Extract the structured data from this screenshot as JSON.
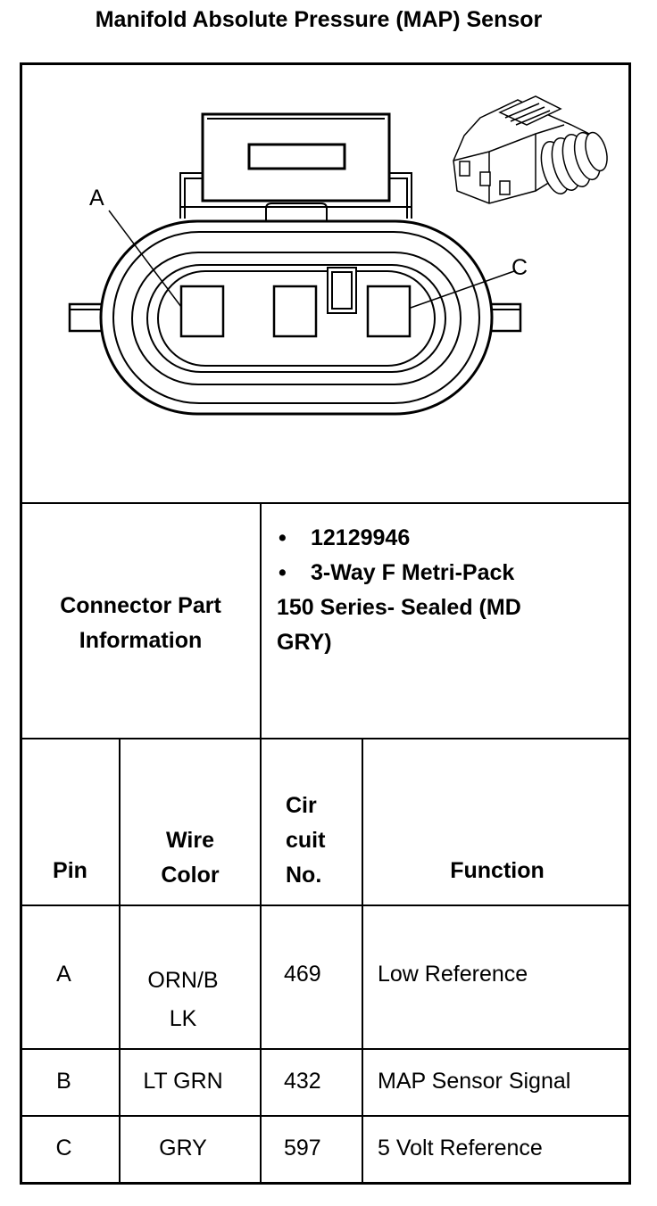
{
  "title": "Manifold Absolute Pressure (MAP) Sensor",
  "diagram": {
    "callout_a": "A",
    "callout_c": "C"
  },
  "connector_info": {
    "label_line1": "Connector Part",
    "label_line2": "Information",
    "bullets": [
      "12129946",
      "3-Way F Metri-Pack"
    ],
    "continuation_line1": "150 Series- Sealed (MD",
    "continuation_line2": "GRY)"
  },
  "pin_table": {
    "headers": {
      "pin": "Pin",
      "wire_color_line1": "Wire",
      "wire_color_line2": "Color",
      "circuit_line1": "Cir",
      "circuit_line2": "cuit",
      "circuit_line3": "No.",
      "function": "Function"
    },
    "rows": [
      {
        "pin": "A",
        "wire_line1": "ORN/B",
        "wire_line2": "LK",
        "circuit": "469",
        "function": "Low Reference"
      },
      {
        "pin": "B",
        "wire_line1": "LT GRN",
        "wire_line2": "",
        "circuit": "432",
        "function": "MAP Sensor Signal"
      },
      {
        "pin": "C",
        "wire_line1": "GRY",
        "wire_line2": "",
        "circuit": "597",
        "function": "5 Volt Reference"
      }
    ]
  }
}
